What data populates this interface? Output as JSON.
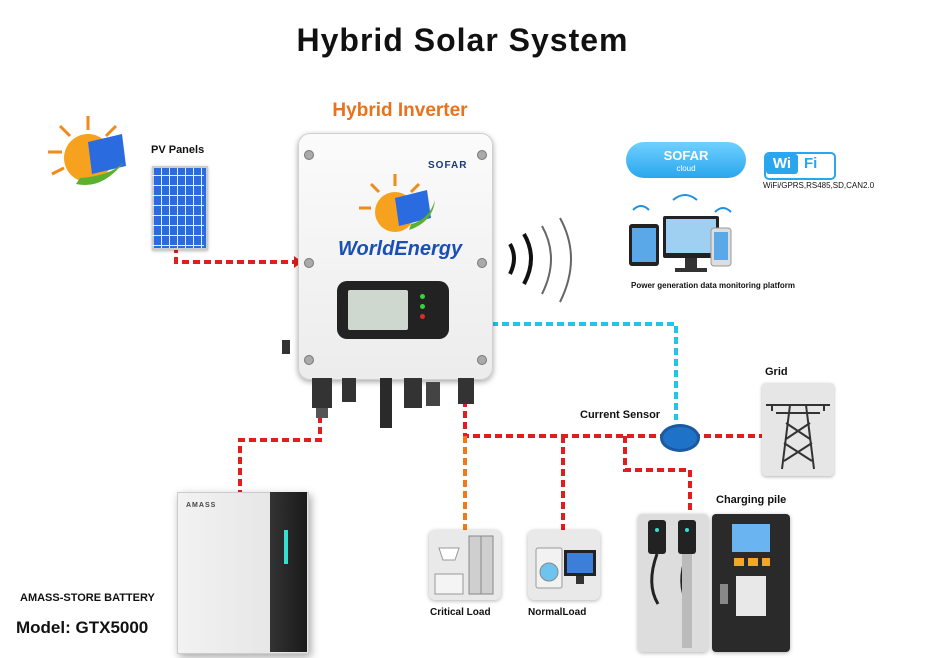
{
  "title": "Hybrid  Solar System",
  "inverter": {
    "title": "Hybrid Inverter",
    "brand": "SOFAR",
    "logo_text": "WorldEnergy"
  },
  "pv": {
    "label": "PV Panels"
  },
  "cloud": {
    "name": "SOFAR",
    "sub": "cloud"
  },
  "wifi": {
    "w": "Wi",
    "fi": "Fi",
    "protocols": "WiFi/GPRS,RS485,SD,CAN2.0"
  },
  "monitoring": {
    "label": "Power generation data monitoring platform"
  },
  "grid": {
    "label": "Grid"
  },
  "sensor": {
    "label": "Current Sensor"
  },
  "charging": {
    "label": "Charging pile"
  },
  "critical": {
    "label": "Critical Load"
  },
  "normal": {
    "label": "NormalLoad"
  },
  "battery": {
    "brand": "AMASS",
    "label": "AMASS-STORE BATTERY",
    "model": "Model: GTX5000"
  },
  "colors": {
    "red": "#e11d1d",
    "cyan": "#22c5e8",
    "orange": "#f07a18",
    "blue": "#1e73c8"
  }
}
